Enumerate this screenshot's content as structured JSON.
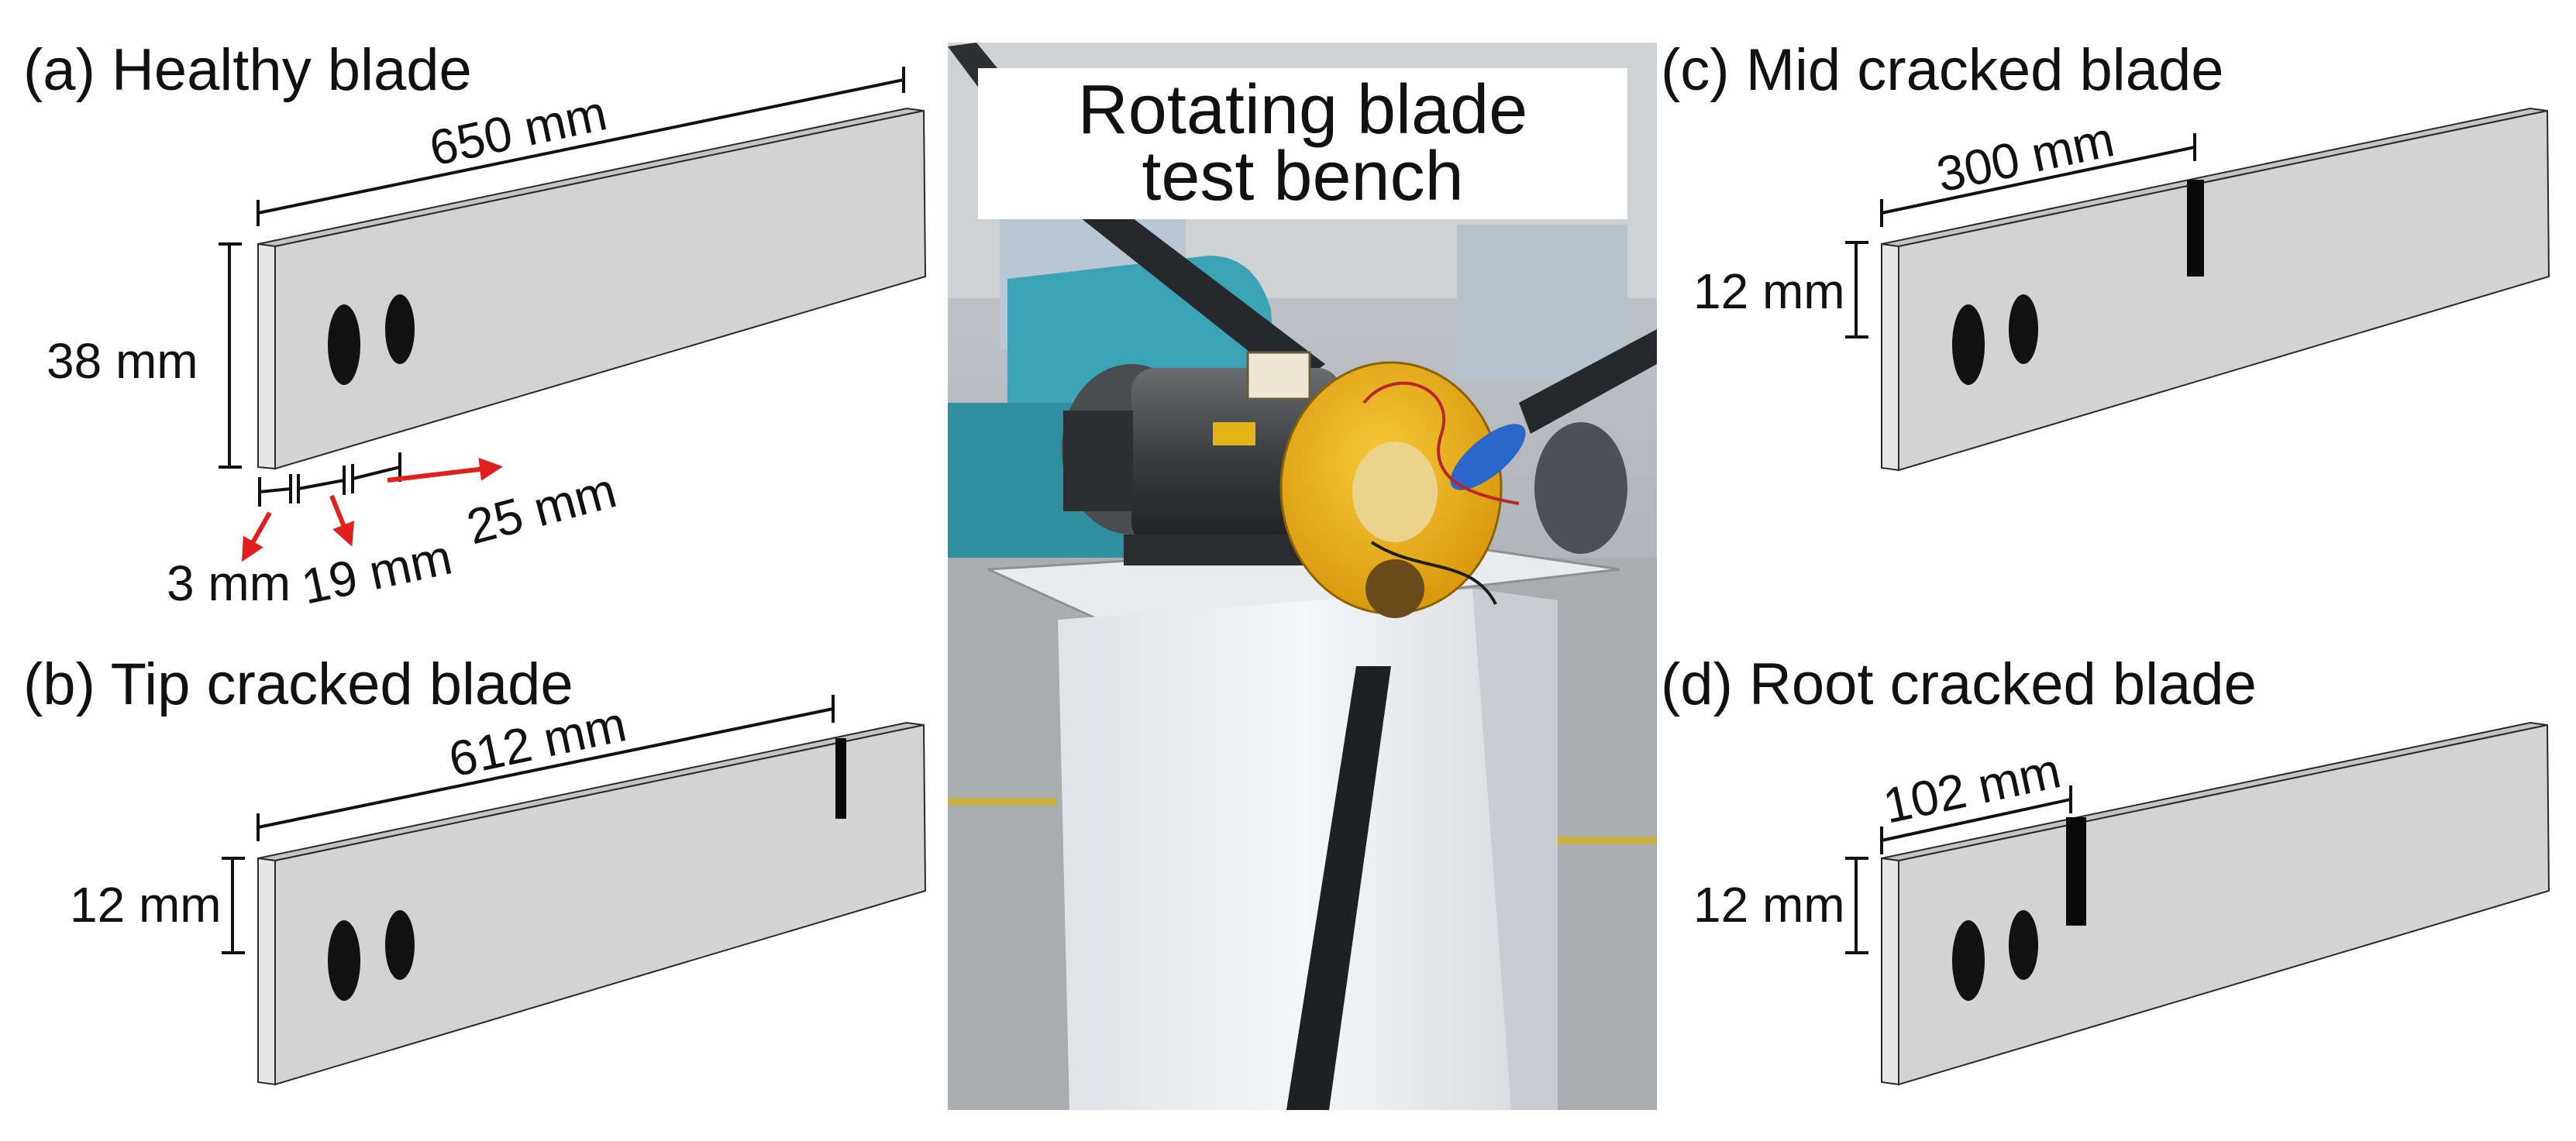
{
  "colors": {
    "blade_face": "#d3d3d3",
    "blade_top": "#c4c4c4",
    "blade_end": "#e6e6e6",
    "outline": "#2a2a2a",
    "hole": "#111111",
    "crack": "#0a0a0a",
    "arrow": "#e0201c",
    "hub_yellow": "#f0b415",
    "pedestal": "#eef0f2",
    "motor": "#3b3d40"
  },
  "panels": {
    "a": {
      "title": "(a) Healthy blade",
      "length": "650 mm",
      "height": "38 mm",
      "dim_3": "3 mm",
      "dim_19": "19 mm",
      "dim_25": "25 mm"
    },
    "b": {
      "title": "(b) Tip cracked blade",
      "crack_distance": "612 mm",
      "crack_depth": "12 mm"
    },
    "c": {
      "title": "(c) Mid cracked blade",
      "crack_distance": "300 mm",
      "crack_depth": "12 mm"
    },
    "d": {
      "title": "(d) Root cracked blade",
      "crack_distance": "102 mm",
      "crack_depth": "12 mm"
    }
  },
  "photo": {
    "title_line1": "Rotating blade",
    "title_line2": "test bench"
  },
  "icons": {
    "arrow": "red-arrow-icon",
    "hole": "mounting-hole-icon"
  }
}
